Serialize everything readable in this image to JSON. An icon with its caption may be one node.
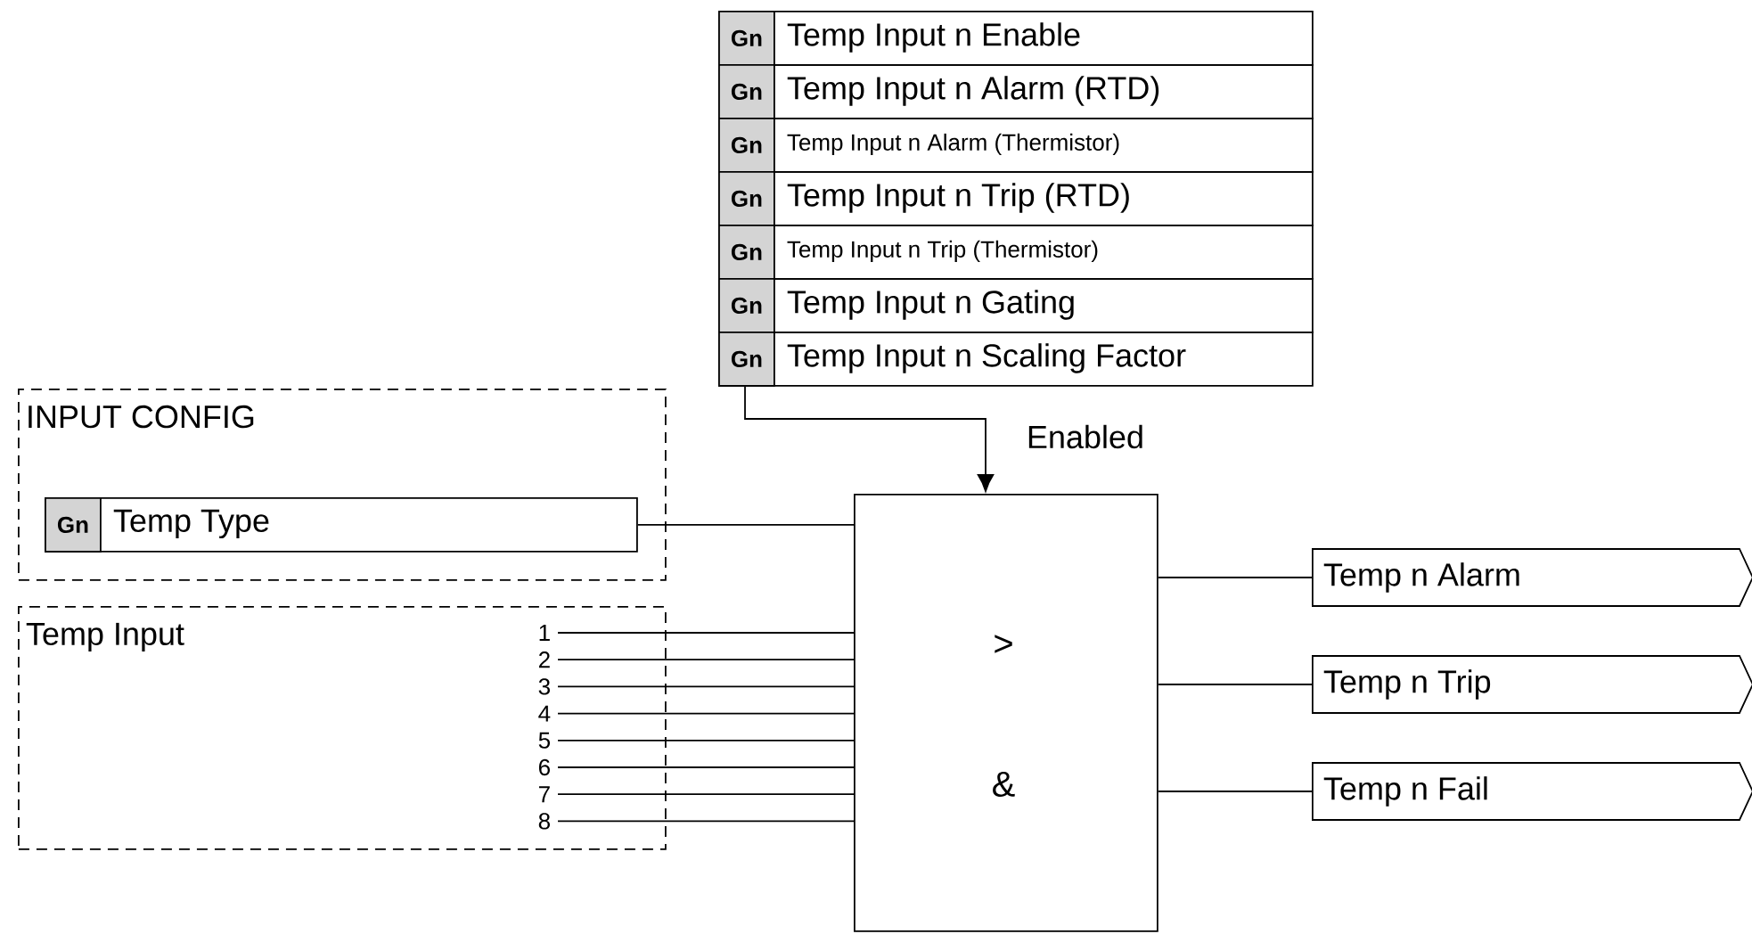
{
  "diagram": {
    "nodes": [
      {
        "text": [
          "Gn",
          "Temp Input n Enable"
        ]
      },
      {
        "text": [
          "Gn",
          "Temp Input n Alarm (RTD)"
        ]
      },
      {
        "text": [
          "Gn",
          "Temp Input n Alarm (Thermistor)"
        ]
      },
      {
        "text": [
          "Gn",
          "Temp Input n Trip (RTD)"
        ]
      },
      {
        "text": [
          "Gn",
          "Temp Input n Trip (Thermistor)"
        ]
      },
      {
        "text": [
          "Gn",
          "Temp Input n Gating"
        ]
      },
      {
        "text": [
          "Gn",
          "Temp Input n Scaling Factor"
        ]
      },
      {
        "text": [
          "INPUT CONFIG"
        ]
      },
      {
        "text": [
          "Gn",
          "Temp Type"
        ],
        "in": 7
      },
      {
        "text": [
          "Temp Input"
        ]
      },
      {
        "text": [
          ">",
          "&"
        ]
      },
      {
        "text": [
          "Temp n Alarm"
        ]
      },
      {
        "text": [
          "Temp n Trip"
        ]
      },
      {
        "text": [
          "Temp n Fail"
        ]
      }
    ],
    "edges": [
      {
        "from": 6,
        "to": 10,
        "arrow": "to",
        "label": "Enabled"
      },
      {
        "from": 9,
        "to": 10,
        "arrow": "none",
        "label": "1"
      },
      {
        "from": 9,
        "to": 10,
        "arrow": "none",
        "label": "2"
      },
      {
        "from": 9,
        "to": 10,
        "arrow": "none",
        "label": "3"
      },
      {
        "from": 9,
        "to": 10,
        "arrow": "none",
        "label": "4"
      },
      {
        "from": 9,
        "to": 10,
        "arrow": "none",
        "label": "5"
      },
      {
        "from": 9,
        "to": 10,
        "arrow": "none",
        "label": "6"
      },
      {
        "from": 9,
        "to": 10,
        "arrow": "none",
        "label": "7"
      },
      {
        "from": 9,
        "to": 10,
        "arrow": "none",
        "label": "8"
      },
      {
        "from": 8,
        "to": 10,
        "arrow": "none"
      },
      {
        "from": 10,
        "to": 11,
        "arrow": "none"
      },
      {
        "from": 10,
        "to": 12,
        "arrow": "none"
      },
      {
        "from": 10,
        "to": 13,
        "arrow": "none"
      }
    ]
  }
}
